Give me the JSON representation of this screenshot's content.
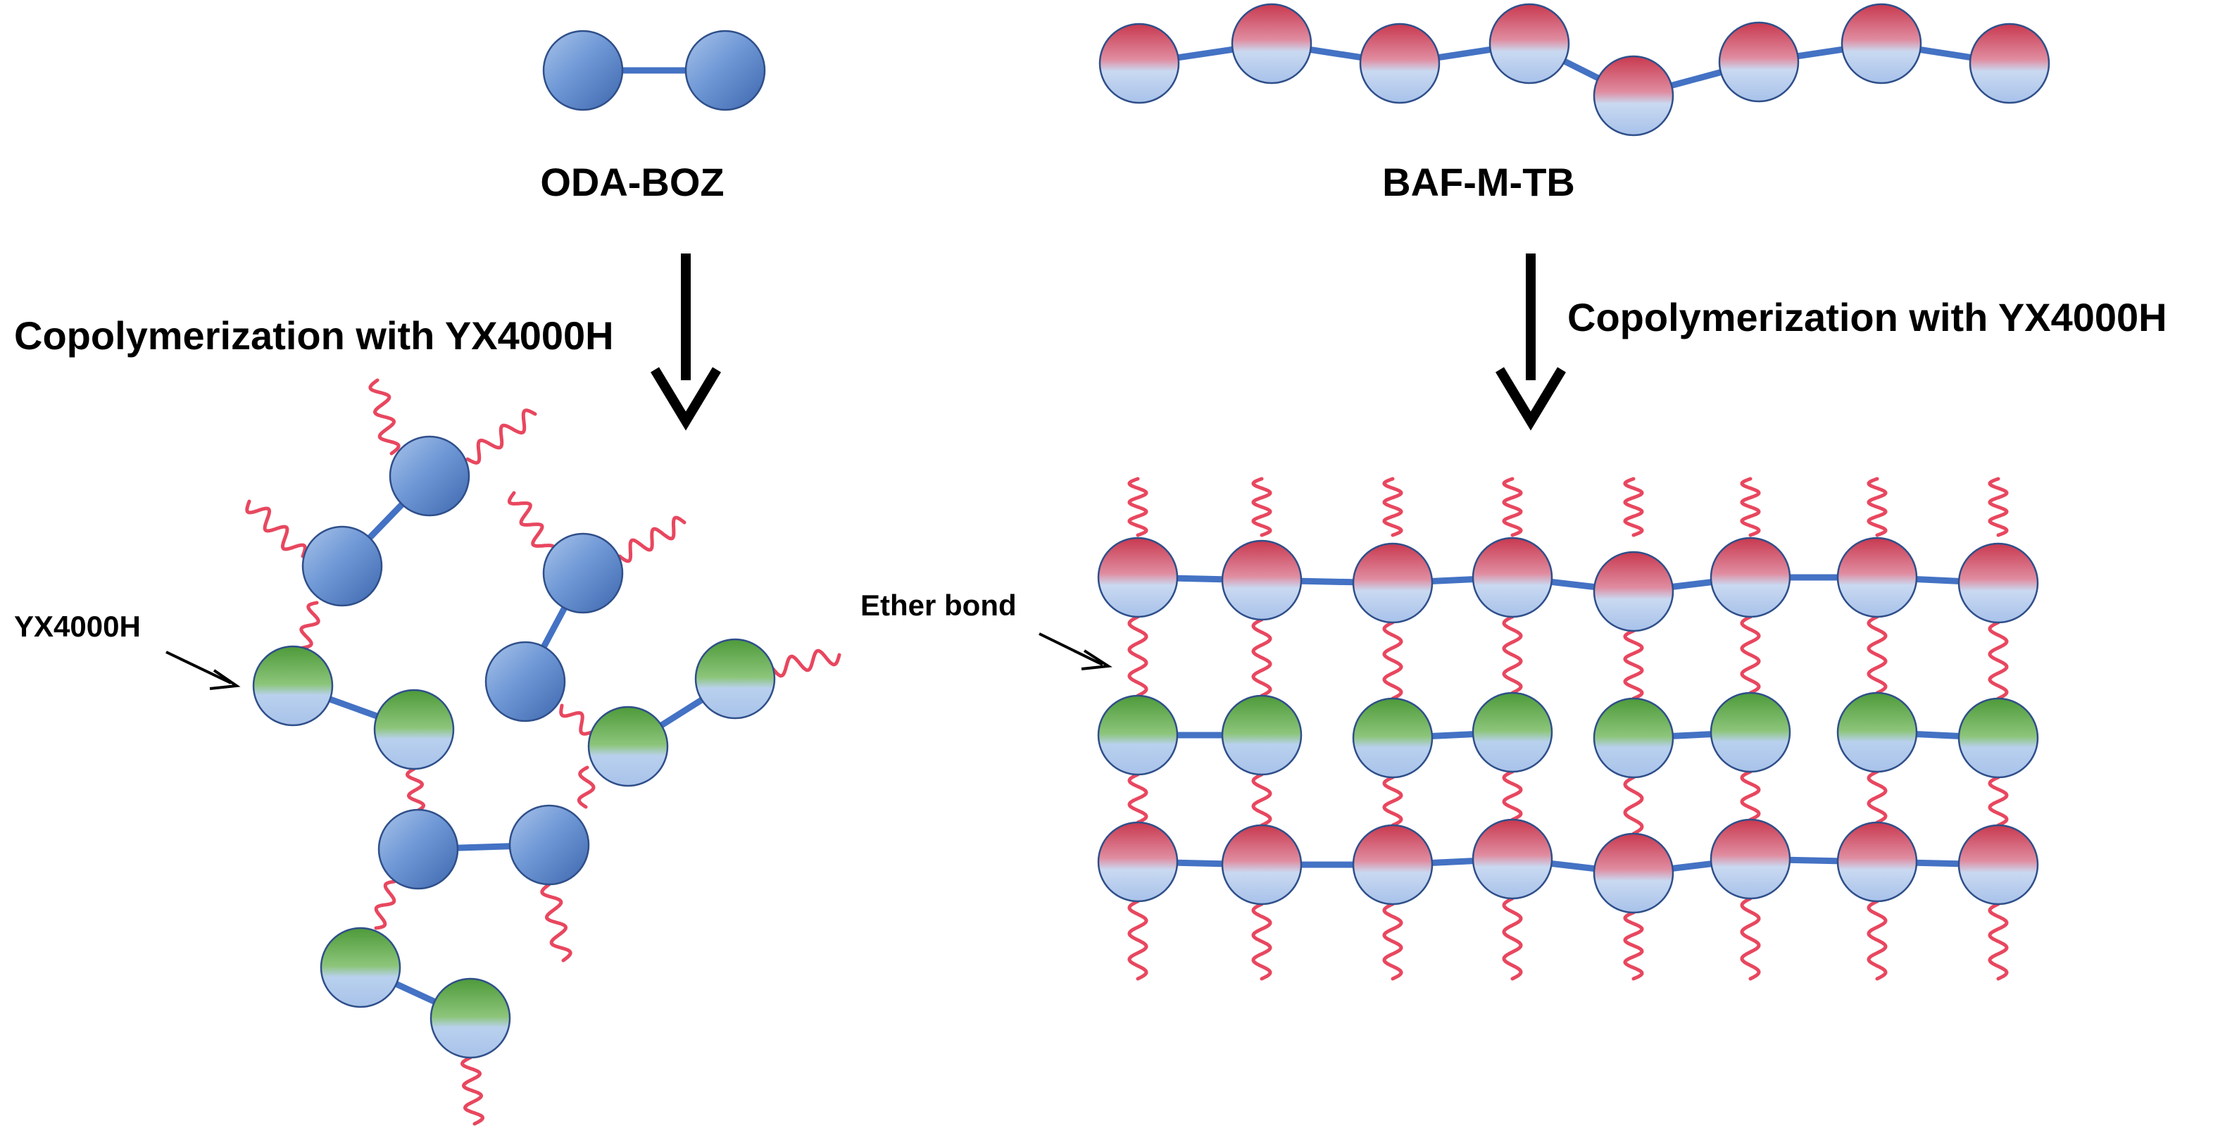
{
  "left": {
    "monomer_label": "ODA-BOZ",
    "reaction_label": "Copolymerization with YX4000H",
    "annotation": "YX4000H"
  },
  "right": {
    "monomer_label": "BAF-M-TB",
    "reaction_label": "Copolymerization with YX4000H",
    "annotation": "Ether bond"
  },
  "colors": {
    "link": "#4472C4",
    "blue_bead": "#4F81BD",
    "green_bead": "#5AA03C",
    "red_bead": "#D0435A",
    "light_bead": "#C6D9F1",
    "wavy_chain": "#E8475F",
    "arrow": "#000000"
  }
}
